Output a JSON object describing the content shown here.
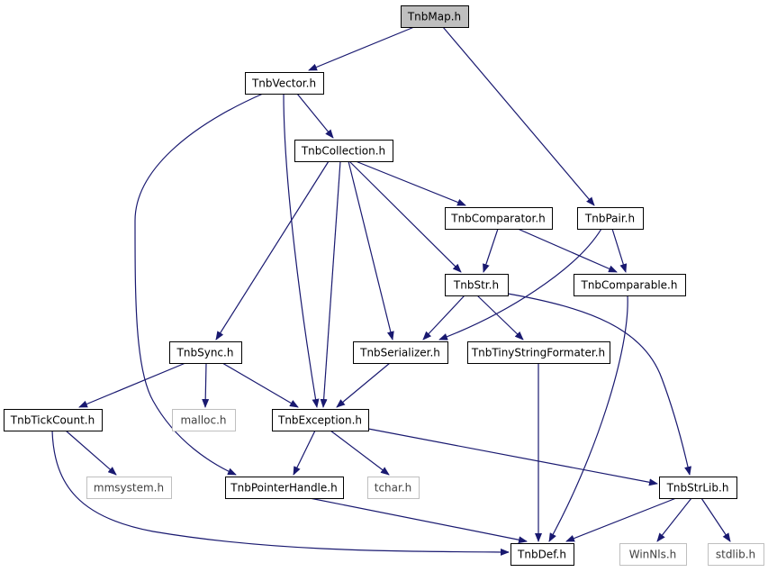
{
  "colors": {
    "edge": "#191970",
    "root_fill": "#bfbfbf",
    "node_border": "#000000",
    "external_border": "#bfbfbf",
    "external_text": "#404040",
    "text": "#000000"
  },
  "nodes": [
    {
      "id": "tnbmap",
      "label": "TnbMap.h",
      "kind": "root"
    },
    {
      "id": "tnbvector",
      "label": "TnbVector.h",
      "kind": "header"
    },
    {
      "id": "tnbcollection",
      "label": "TnbCollection.h",
      "kind": "header"
    },
    {
      "id": "tnbcomparator",
      "label": "TnbComparator.h",
      "kind": "header"
    },
    {
      "id": "tnbpair",
      "label": "TnbPair.h",
      "kind": "header"
    },
    {
      "id": "tnbstr",
      "label": "TnbStr.h",
      "kind": "header"
    },
    {
      "id": "tnbcomparable",
      "label": "TnbComparable.h",
      "kind": "header"
    },
    {
      "id": "tnbsync",
      "label": "TnbSync.h",
      "kind": "header"
    },
    {
      "id": "tnbserializer",
      "label": "TnbSerializer.h",
      "kind": "header"
    },
    {
      "id": "tnbtinystringformater",
      "label": "TnbTinyStringFormater.h",
      "kind": "header"
    },
    {
      "id": "tnbtickcount",
      "label": "TnbTickCount.h",
      "kind": "header"
    },
    {
      "id": "malloc",
      "label": "malloc.h",
      "kind": "external"
    },
    {
      "id": "tnbexception",
      "label": "TnbException.h",
      "kind": "header"
    },
    {
      "id": "mmsystem",
      "label": "mmsystem.h",
      "kind": "external"
    },
    {
      "id": "tnbpointerhandle",
      "label": "TnbPointerHandle.h",
      "kind": "header"
    },
    {
      "id": "tchar",
      "label": "tchar.h",
      "kind": "external"
    },
    {
      "id": "tnbstrlib",
      "label": "TnbStrLib.h",
      "kind": "header"
    },
    {
      "id": "tnbdef",
      "label": "TnbDef.h",
      "kind": "header"
    },
    {
      "id": "winnls",
      "label": "WinNls.h",
      "kind": "external"
    },
    {
      "id": "stdlib",
      "label": "stdlib.h",
      "kind": "external"
    }
  ],
  "edges": [
    [
      "tnbmap",
      "tnbvector"
    ],
    [
      "tnbmap",
      "tnbpair"
    ],
    [
      "tnbvector",
      "tnbcollection"
    ],
    [
      "tnbvector",
      "tnbexception"
    ],
    [
      "tnbvector",
      "tnbpointerhandle"
    ],
    [
      "tnbcollection",
      "tnbcomparator"
    ],
    [
      "tnbcollection",
      "tnbstr"
    ],
    [
      "tnbcollection",
      "tnbsync"
    ],
    [
      "tnbcollection",
      "tnbserializer"
    ],
    [
      "tnbcollection",
      "tnbexception"
    ],
    [
      "tnbcomparator",
      "tnbstr"
    ],
    [
      "tnbcomparator",
      "tnbcomparable"
    ],
    [
      "tnbpair",
      "tnbcomparable"
    ],
    [
      "tnbpair",
      "tnbserializer"
    ],
    [
      "tnbstr",
      "tnbserializer"
    ],
    [
      "tnbstr",
      "tnbtinystringformater"
    ],
    [
      "tnbstr",
      "tnbstrlib"
    ],
    [
      "tnbcomparable",
      "tnbdef"
    ],
    [
      "tnbsync",
      "tnbtickcount"
    ],
    [
      "tnbsync",
      "malloc"
    ],
    [
      "tnbsync",
      "tnbexception"
    ],
    [
      "tnbserializer",
      "tnbexception"
    ],
    [
      "tnbtinystringformater",
      "tnbdef"
    ],
    [
      "tnbtickcount",
      "mmsystem"
    ],
    [
      "tnbtickcount",
      "tnbdef"
    ],
    [
      "tnbexception",
      "tnbpointerhandle"
    ],
    [
      "tnbexception",
      "tchar"
    ],
    [
      "tnbexception",
      "tnbstrlib"
    ],
    [
      "tnbpointerhandle",
      "tnbdef"
    ],
    [
      "tnbstrlib",
      "tnbdef"
    ],
    [
      "tnbstrlib",
      "winnls"
    ],
    [
      "tnbstrlib",
      "stdlib"
    ]
  ]
}
